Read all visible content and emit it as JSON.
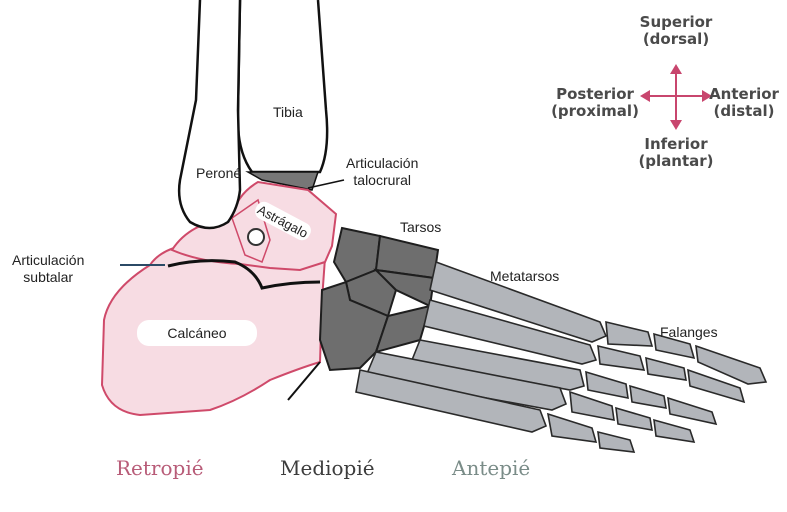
{
  "labels": {
    "tibia": "Tibia",
    "perone": "Peroné",
    "talocrural_1": "Articulación",
    "talocrural_2": "talocrural",
    "astragalo": "Astrágalo",
    "tarsos": "Tarsos",
    "subtalar_1": "Articulación",
    "subtalar_2": "subtalar",
    "metatarsos": "Metatarsos",
    "calcaneo": "Calcáneo",
    "falanges": "Falanges"
  },
  "compass": {
    "superior": "Superior",
    "dorsal": "(dorsal)",
    "posterior": "Posterior",
    "proximal": "(proximal)",
    "anterior": "Anterior",
    "distal": "(distal)",
    "inferior": "Inferior",
    "plantar": "(plantar)"
  },
  "regions": {
    "retropie": "Retropié",
    "mediopie": "Mediopié",
    "antepie": "Antepié"
  },
  "colors": {
    "hindfoot_fill": "#f7dce3",
    "hindfoot_stroke": "#cf4a6a",
    "midfoot": "#6e6e6e",
    "forefoot": "#b2b5ba",
    "arrow": "#c8466e",
    "retropie_text": "#b85c78",
    "mediopie_text": "#3c3c3c",
    "antepie_text": "#7a8c88"
  }
}
